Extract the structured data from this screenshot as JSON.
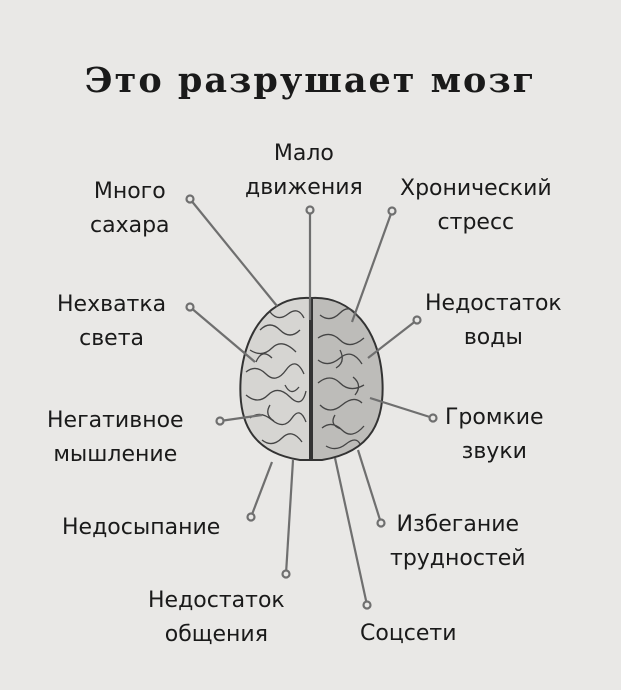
{
  "title": "Это разрушает мозг",
  "labels": {
    "sugar": [
      "Много",
      "сахара"
    ],
    "movement": [
      "Мало",
      "движения"
    ],
    "stress": [
      "Хронический",
      "стресс"
    ],
    "light": [
      "Нехватка",
      "света"
    ],
    "water": [
      "Недостаток",
      "воды"
    ],
    "negative": [
      "Негативное",
      "мышление"
    ],
    "noise": [
      "Громкие",
      "звуки"
    ],
    "sleep": [
      "Недосыпание"
    ],
    "difficulties": [
      "Избегание",
      "трудностей"
    ],
    "communication": [
      "Недостаток",
      "общения"
    ],
    "social": [
      "Соцсети"
    ]
  },
  "colors": {
    "background": "#e9e8e6",
    "line": "#6f6f6f",
    "text": "#1a1a1a"
  }
}
